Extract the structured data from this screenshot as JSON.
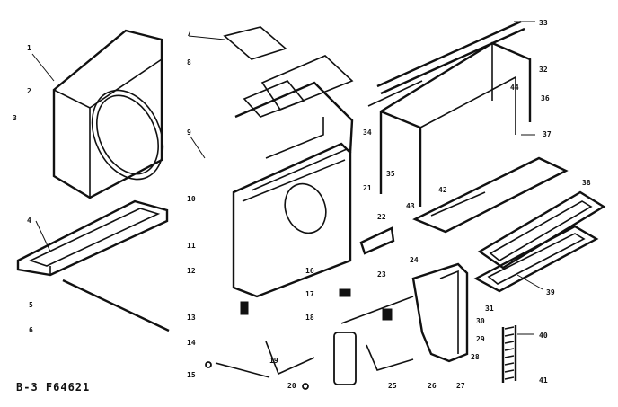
{
  "reference_code": "B-3 F64621",
  "callouts": [
    "1",
    "2",
    "3",
    "4",
    "5",
    "6",
    "7",
    "8",
    "9",
    "10",
    "11",
    "12",
    "13",
    "14",
    "15",
    "16",
    "17",
    "18",
    "19",
    "20",
    "21",
    "22",
    "23",
    "24",
    "25",
    "26",
    "27",
    "28",
    "29",
    "30",
    "31",
    "32",
    "33",
    "34",
    "35",
    "36",
    "37",
    "38",
    "39",
    "40",
    "41",
    "42",
    "43",
    "44"
  ]
}
